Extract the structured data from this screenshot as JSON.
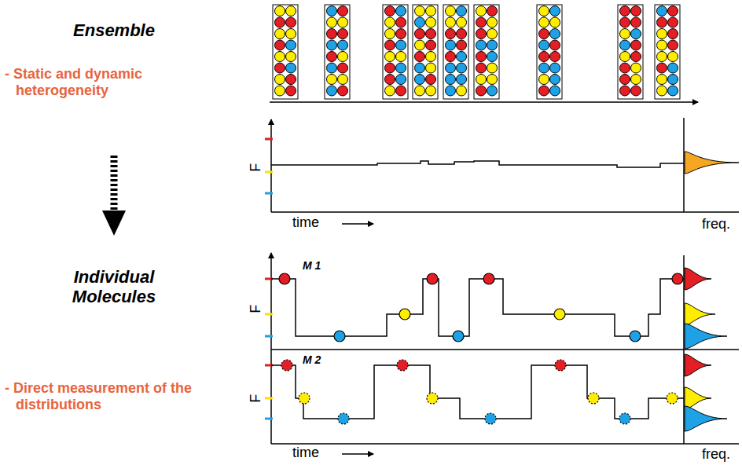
{
  "diagram": {
    "labels": [
      "Ensemble",
      "- Static and dynamic heterogeneity",
      "F",
      "time",
      "freq.",
      "Individual Molecules",
      "- Direct measurement of the distributions",
      "M 1",
      "F",
      "M 2",
      "F",
      "time",
      "freq."
    ]
  }
}
